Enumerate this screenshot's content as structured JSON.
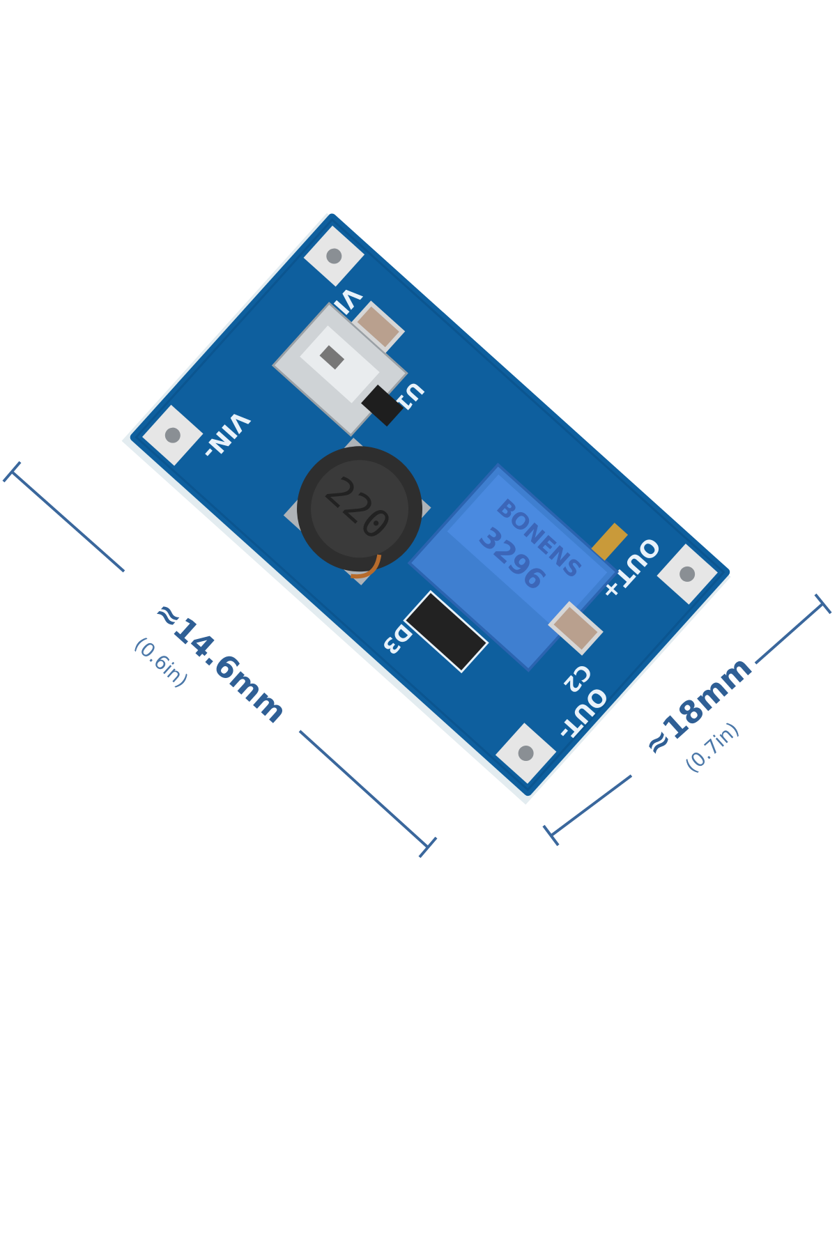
{
  "board": {
    "labels": {
      "vin_plus": "VIN+",
      "vin_minus": "VIN-",
      "u1": "U1",
      "d3": "D3",
      "c2": "C2",
      "out_plus": "OUT+",
      "out_minus": "OUT-",
      "inductor_marking": "220",
      "pot_brand": "BONENS",
      "pot_model": "3296"
    },
    "colors": {
      "pcb": "#0e5f9e",
      "silkscreen": "#e8f2fa",
      "potentiometer": "#3f7fd0",
      "dimension": "#2f5f95"
    }
  },
  "dimensions": {
    "length": {
      "value": "≈14.6mm",
      "imperial": "(0.6in)"
    },
    "width": {
      "value": "≈18mm",
      "imperial": "(0.7in)"
    }
  }
}
